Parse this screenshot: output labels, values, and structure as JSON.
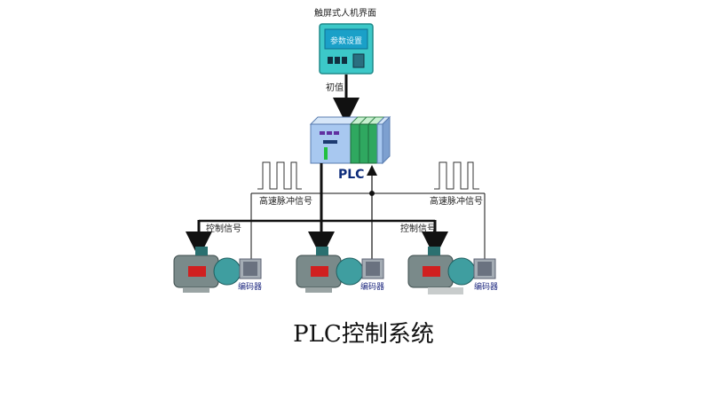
{
  "hmi": {
    "label": "触屏式人机界面",
    "screen_button": "参数设置"
  },
  "plc": {
    "label": "PLC"
  },
  "connections": {
    "hmi_to_plc": "初值",
    "pulse_left": "高速脉冲信号",
    "pulse_right": "高速脉冲信号",
    "control_left": "控制信号",
    "control_right": "控制信号"
  },
  "motors": [
    {
      "encoder_label": "编码器"
    },
    {
      "encoder_label": "编码器"
    },
    {
      "encoder_label": "编码器"
    }
  ],
  "caption": "PLC控制系统",
  "colors": {
    "hmi_body": "#3cc8c8",
    "hmi_screen": "#1aa0c8",
    "plc_body": "#a8c8f0",
    "plc_module": "#2fa860",
    "motor_body": "#7a8a8a",
    "motor_accent": "#d02020",
    "line": "#111111",
    "label_blue": "#1f2a80"
  }
}
